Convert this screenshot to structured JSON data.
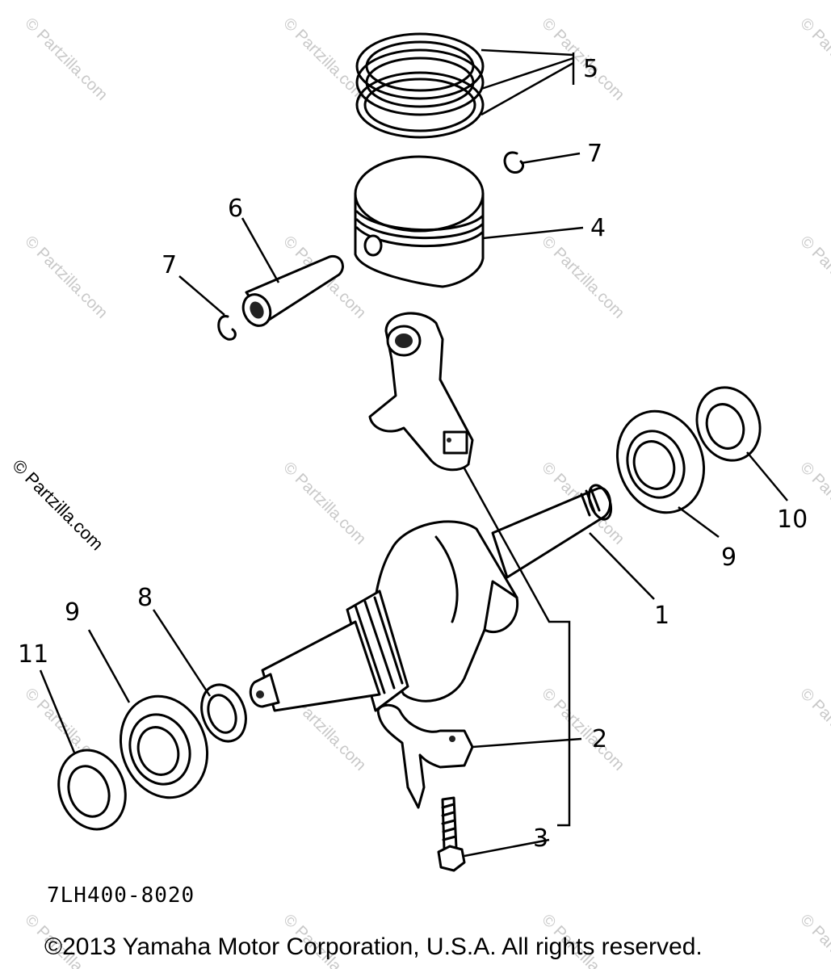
{
  "diagram": {
    "part_code": "7LH400-8020",
    "copyright": "©2013 Yamaha Motor Corporation, U.S.A. All rights reserved.",
    "watermark": "© Partzilla.com",
    "callouts": {
      "c1": "1",
      "c2": "2",
      "c3": "3",
      "c4": "4",
      "c5": "5",
      "c6": "6",
      "c7a": "7",
      "c7b": "7",
      "c8": "8",
      "c9a": "9",
      "c9b": "9",
      "c10": "10",
      "c11": "11"
    }
  }
}
